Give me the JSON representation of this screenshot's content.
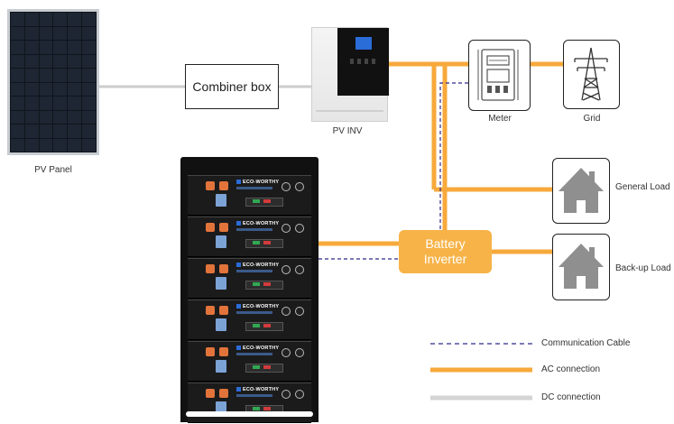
{
  "nodes": {
    "pv_panel": "PV Panel",
    "combiner": "Combiner box",
    "pv_inverter": "PV INV",
    "meter": "Meter",
    "grid": "Grid",
    "general_load": "General Load",
    "backup_load": "Back-up Load",
    "battery_inverter_line1": "Battery",
    "battery_inverter_line2": "Inverter",
    "battery_brand": "ECO-WORTHY"
  },
  "legend": {
    "communication": "Communication Cable",
    "ac": "AC connection",
    "dc": "DC connection"
  },
  "colors": {
    "ac": "#f7a93b",
    "dc": "#cccccc",
    "communication": "#2a2a8a",
    "battery_inverter": "#f7b347",
    "house": "#8f8f8f"
  },
  "icons": {
    "meter": "electric-meter-icon",
    "grid": "transmission-tower-icon",
    "load": "house-icon"
  }
}
